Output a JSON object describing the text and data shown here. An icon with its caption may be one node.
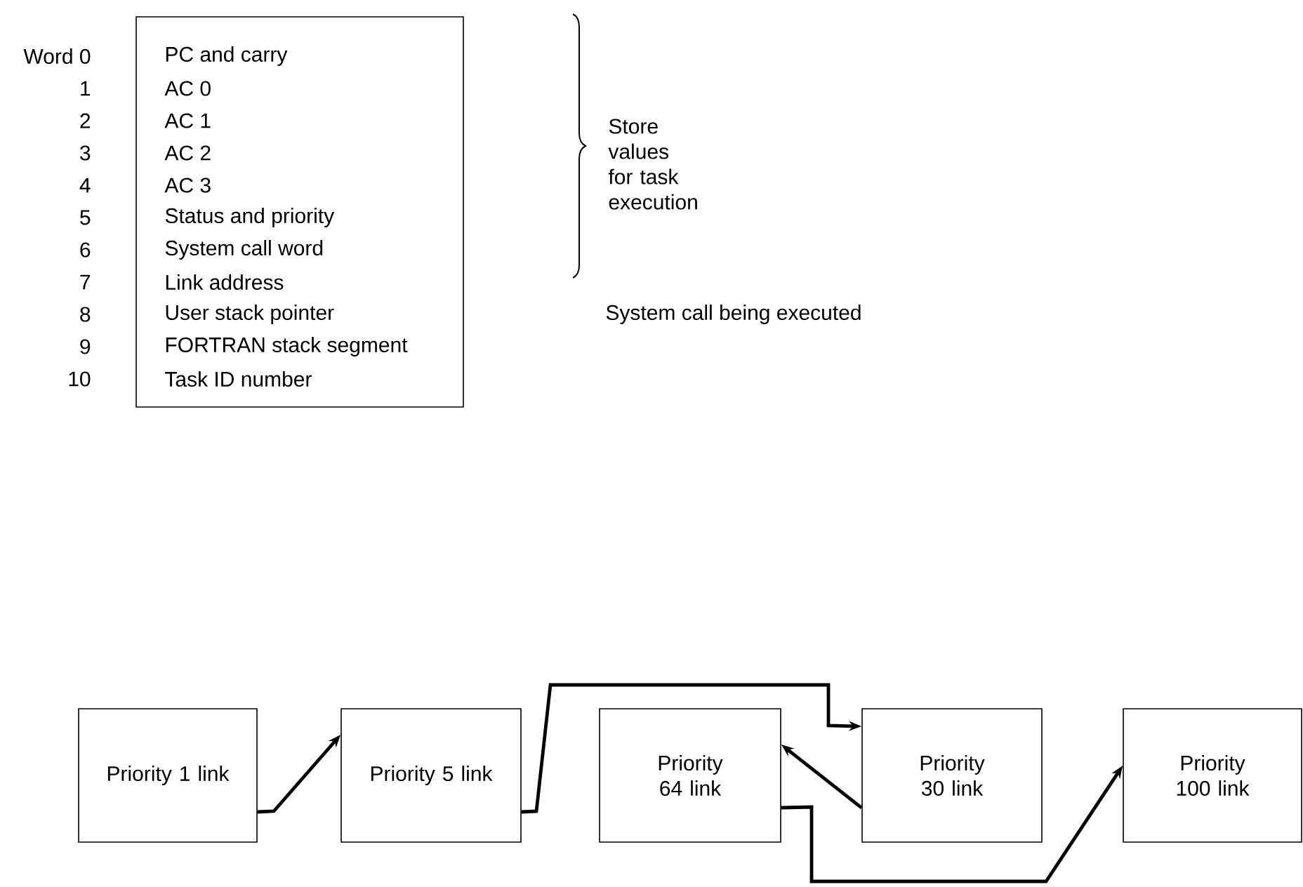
{
  "diagram": {
    "nodes": [
      {
        "text": [
          "PC and carry",
          "AC 0",
          "AC 1",
          "AC 2",
          "AC 3",
          "Status and priority",
          "System call word",
          "Link address",
          "User stack pointer",
          "FORTRAN stack segment",
          "Task ID number"
        ]
      },
      {
        "text": [
          "Priority 1 link"
        ]
      },
      {
        "text": [
          "Priority 5 link"
        ]
      },
      {
        "text": [
          "Priority 64 link"
        ]
      },
      {
        "text": [
          "Priority 30 link"
        ]
      },
      {
        "text": [
          "Priority 100 link"
        ]
      }
    ],
    "edges": [
      {
        "from": 1,
        "to": 2,
        "arrow": "to"
      },
      {
        "from": 2,
        "to": 4,
        "arrow": "to"
      },
      {
        "from": 4,
        "to": 3,
        "arrow": "to"
      },
      {
        "from": 3,
        "to": 5,
        "arrow": "to"
      }
    ],
    "labels": [
      "Word 0",
      "1",
      "2",
      "3",
      "4",
      "5",
      "6",
      "7",
      "8",
      "9",
      "10",
      "Store values for task execution",
      "System call being executed"
    ]
  }
}
